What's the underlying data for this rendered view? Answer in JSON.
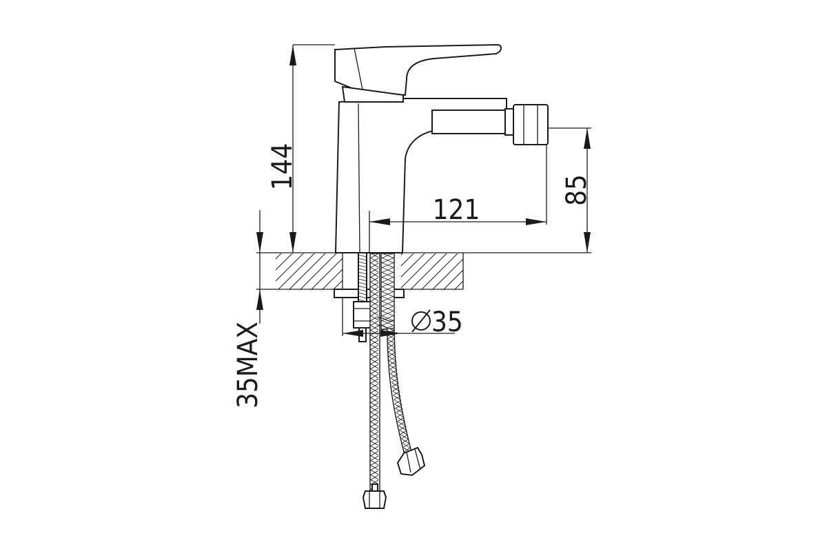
{
  "drawing": {
    "subject": "Bidet mixer faucet technical drawing",
    "dimensions": {
      "total_height": "144",
      "spout_height": "85",
      "spout_reach": "121",
      "hole_diameter": "35",
      "max_deck_thickness": "35MAX"
    }
  }
}
